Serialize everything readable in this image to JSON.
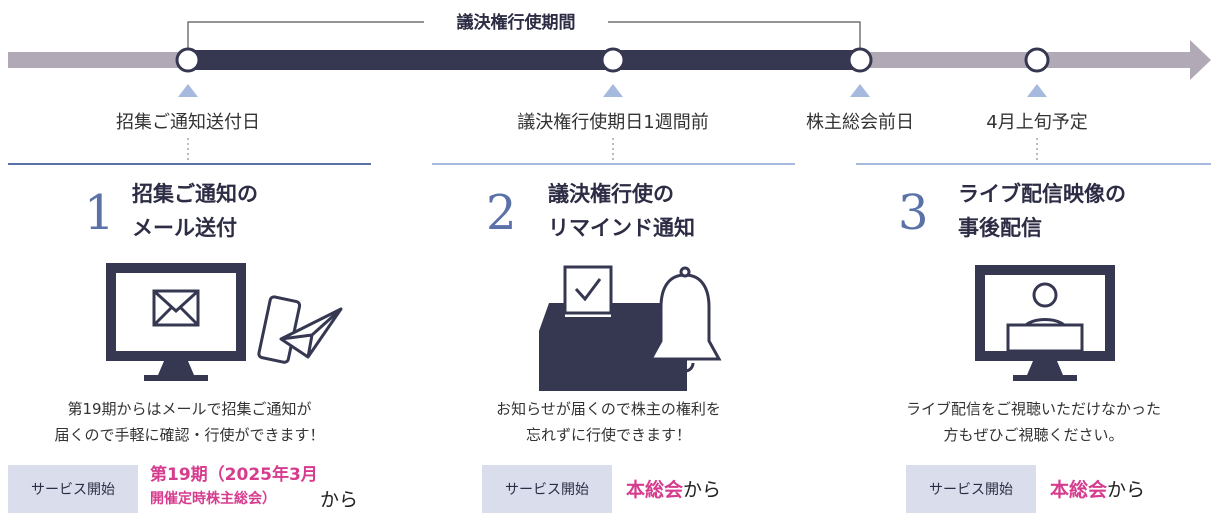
{
  "period_label": "議決権行使期間",
  "milestones": [
    {
      "label": "招集ご通知送付日"
    },
    {
      "label": "議決権行使期日1週間前"
    },
    {
      "label": "株主総会前日"
    },
    {
      "label": "4月上旬予定"
    }
  ],
  "steps": [
    {
      "number": "1",
      "title_line1": "招集ご通知の",
      "title_line2": "メール送付",
      "desc_line1": "第19期からはメールで招集ご通知が",
      "desc_line2": "届くので手軽に確認・行使ができます！",
      "service_badge": "サービス開始",
      "service_line1": "第19期（2025年3月",
      "service_line2": "開催定時株主総会）",
      "service_suffix": "から",
      "icon": "monitor-mail-phone-plane-icon"
    },
    {
      "number": "2",
      "title_line1": "議決権行使の",
      "title_line2": "リマインド通知",
      "desc_line1": "お知らせが届くので株主の権利を",
      "desc_line2": "忘れずに行使できます！",
      "service_badge": "サービス開始",
      "service_main": "本総会",
      "service_suffix": "から",
      "icon": "ballot-box-bell-icon"
    },
    {
      "number": "3",
      "title_line1": "ライブ配信映像の",
      "title_line2": "事後配信",
      "desc_line1": "ライブ配信をご視聴いただけなかった",
      "desc_line2": "方もぜひご視聴ください。",
      "service_badge": "サービス開始",
      "service_main": "本総会",
      "service_suffix": "から",
      "icon": "monitor-person-icon"
    }
  ],
  "colors": {
    "navy": "#363852",
    "arrow_gray": "#b1a9b6",
    "accent_blue": "#a6b9de",
    "number_blue": "#5a72a8",
    "magenta": "#d63c8e",
    "badge_bg": "#d9ddec"
  }
}
